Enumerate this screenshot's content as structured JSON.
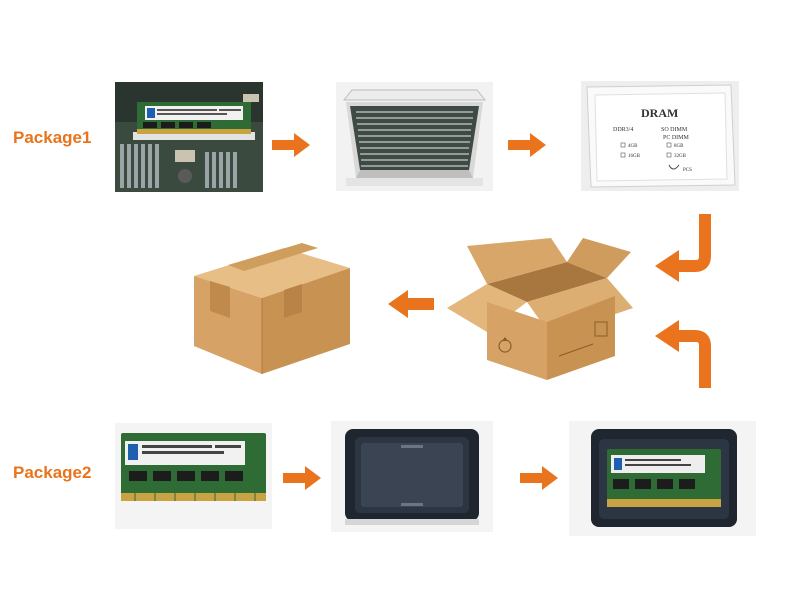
{
  "labels": {
    "package1": "Package1",
    "package2": "Package2"
  },
  "box_print": {
    "title": "DRAM",
    "line1_left": "DDR3/4",
    "line1_right": "SO DIMM",
    "line2_right": "PC DIMM",
    "opt1": "4GB",
    "opt2": "8GB",
    "opt3": "16GB",
    "opt4": "32GB",
    "pcs": "PCS"
  },
  "colors": {
    "accent": "#e9741d",
    "cardboard": "#d9a66a",
    "pcb_green": "#2f6b34",
    "tray_dark": "#1f2630"
  },
  "icons": {
    "arrow": "arrow-right-icon",
    "recycle": "recycle-icon"
  }
}
